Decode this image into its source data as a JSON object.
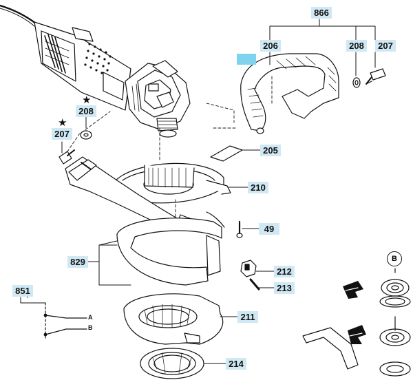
{
  "labels": {
    "p866": "866",
    "p206": "206",
    "p208_top": "208",
    "p207_top": "207",
    "p208_left": "208",
    "p207_left": "207",
    "p205": "205",
    "p210": "210",
    "p49": "49",
    "p829": "829",
    "p212": "212",
    "p213": "213",
    "p851": "851",
    "p211": "211",
    "p214": "214"
  },
  "markers": {
    "star": "★",
    "circle_b": "B",
    "wire_a": "A",
    "wire_b": "B"
  },
  "colors": {
    "label_bg": "#cfe8f3",
    "blank_label": "#7fd3ef",
    "line": "#111111"
  }
}
